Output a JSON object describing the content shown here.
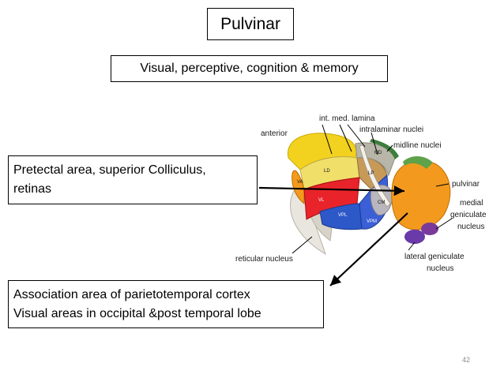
{
  "title": "Pulvinar",
  "subtitle": "Visual, perceptive, cognition & memory",
  "input_box": {
    "lines": [
      "Pretectal area, superior  Colliculus,",
      "retinas"
    ]
  },
  "output_box": {
    "lines": [
      "Association area of parietotemporal cortex",
      "Visual areas in occipital &post temporal lobe"
    ]
  },
  "figure_labels": {
    "anterior": "anterior",
    "int_med_lamina": "int. med. lamina",
    "intralaminar_nuclei": "intralaminar nuclei",
    "midline_nuclei": "midline nuclei",
    "pulvinar": "pulvinar",
    "medial_geniculate_1": "medial",
    "medial_geniculate_2": "geniculate",
    "medial_geniculate_3": "nucleus",
    "lateral_geniculate_1": "lateral geniculate",
    "lateral_geniculate_2": "nucleus",
    "reticular_nucleus": "reticular nucleus"
  },
  "nucleus_codes": {
    "LD": "LD",
    "LP": "LP",
    "MD": "MD",
    "VA": "VA",
    "VL": "VL",
    "VPL": "VPL",
    "VPM": "VPM",
    "CM": "CM"
  },
  "page_number": "42"
}
